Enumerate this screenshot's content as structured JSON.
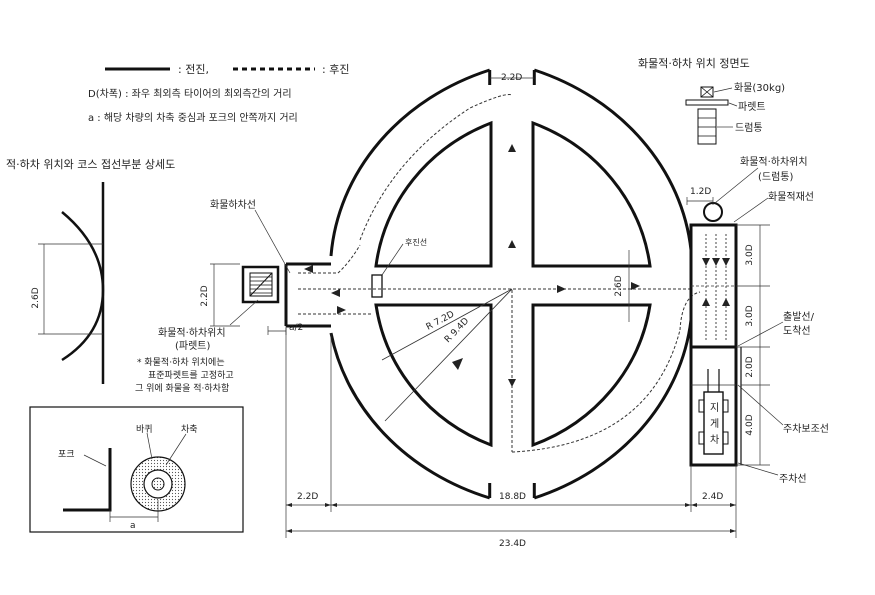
{
  "legend": {
    "forward": ": 전진,",
    "reverse": ": 후진",
    "def_d": "D(차폭) : 좌우 최외측 타이어의 최외측간의 거리",
    "def_a": "a : 해당 차량의 차축 중심과 포크의 안쪽까지 거리"
  },
  "detail": {
    "title": "적·하차 위치와 코스 접선부분 상세도",
    "dim": "2.6D"
  },
  "front_view": {
    "title": "화물적·하차 위치 정면도",
    "cargo": "화물(30kg)",
    "pallet": "파렛트",
    "drum": "드럼통"
  },
  "dims": {
    "top_2_2d": "2.2D",
    "left_2_2d": "2.2D",
    "center_2_6d": "2.6D",
    "r72": "R 7.2D",
    "r94": "R 9.4D",
    "a_half": "a/2",
    "r_1_2d": "1.2D",
    "r_3_0d_a": "3.0D",
    "r_3_0d_b": "3.0D",
    "r_2_0d": "2.0D",
    "r_4_0d": "4.0D",
    "b_left": "2.2D",
    "b_mid": "18.8D",
    "b_right": "2.4D",
    "b_total": "23.4D"
  },
  "labels": {
    "unload_line": "화물하차선",
    "reverse_line": "후진선",
    "pos_left_1": "화물적·하차위치",
    "pos_left_2": "(파렛트)",
    "note_1": "* 화물적·하차 위치에는",
    "note_2": "표준파렛트를 고정하고",
    "note_3": "그 위에 화물을 적·하차함",
    "pos_right_1": "화물적·하차위치",
    "pos_right_2": "(드럼통)",
    "load_line": "화물적재선",
    "start_1": "출발선/",
    "start_2": "도착선",
    "park_aux": "주차보조선",
    "park": "주차선",
    "forklift_1": "지",
    "forklift_2": "게",
    "forklift_3": "차"
  },
  "inset": {
    "fork": "포크",
    "wheel": "바퀴",
    "axle": "차축",
    "a": "a"
  }
}
